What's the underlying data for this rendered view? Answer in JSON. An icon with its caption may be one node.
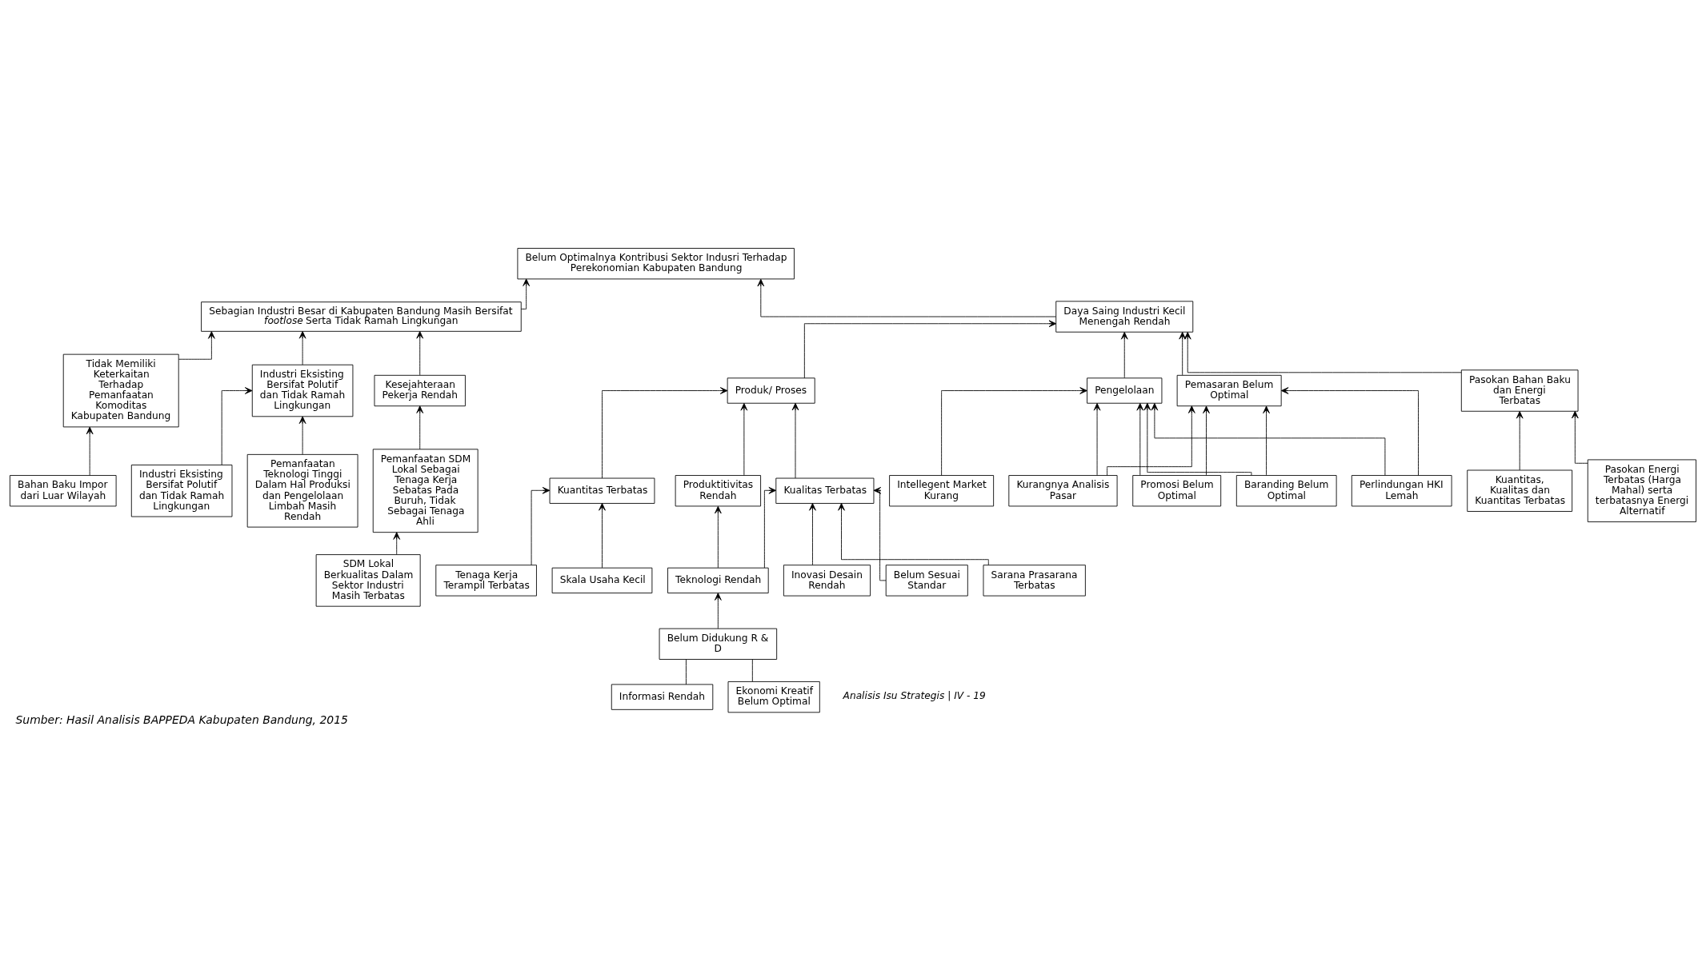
{
  "diagram": {
    "caption": "Sumber: Hasil Analisis BAPPEDA Kabupaten Bandung, 2015",
    "nodes": [
      {
        "text": [
          "Belum Optimalnya Kontribusi Sektor Indusri Terhadap Perekonomian Kabupaten Bandung"
        ]
      },
      {
        "text": [
          "Sebagian Industri Besar di Kabupaten Bandung Masih Bersifat *footlose* Serta Tidak Ramah Lingkungan"
        ]
      },
      {
        "text": [
          "Daya Saing Industri Kecil Menengah Rendah"
        ]
      },
      {
        "text": [
          "Tidak Memiliki Keterkaitan Terhadap Pemanfaatan Komoditas Kabupaten Bandung"
        ]
      },
      {
        "text": [
          "Industri Eksisting Bersifat Polutif dan Tidak Ramah Lingkungan"
        ]
      },
      {
        "text": [
          "Kesejahteraan Pekerja Rendah"
        ]
      },
      {
        "text": [
          "Bahan Baku Impor dari Luar Wilayah"
        ]
      },
      {
        "text": [
          "Industri Eksisting Bersifat Polutif dan Tidak Ramah Lingkungan"
        ]
      },
      {
        "text": [
          "Pemanfaatan Teknologi Tinggi Dalam Hal Produksi dan Pengelolaan Limbah Masih Rendah"
        ]
      },
      {
        "text": [
          "Pemanfaatan SDM Lokal Sebagai Tenaga Kerja Sebatas Pada Buruh, Tidak Sebagai Tenaga Ahli"
        ]
      },
      {
        "text": [
          "SDM Lokal Berkualitas Dalam Sektor Industri Masih Terbatas"
        ]
      },
      {
        "text": [
          "Pemasaran Belum Optimal"
        ]
      },
      {
        "text": [
          "Pengelolaan"
        ]
      },
      {
        "text": [
          "Produk/ Proses"
        ]
      },
      {
        "text": [
          "Pasokan Bahan Baku dan Energi Terbatas"
        ]
      },
      {
        "text": [
          "Promosi Belum Optimal"
        ]
      },
      {
        "text": [
          "Baranding Belum Optimal"
        ]
      },
      {
        "text": [
          "Perlindungan HKI Lemah"
        ]
      },
      {
        "text": [
          "Kurangnya Analisis Pasar"
        ]
      },
      {
        "text": [
          "Intellegent Market Kurang"
        ]
      },
      {
        "text": [
          "Kuantitas Terbatas"
        ]
      },
      {
        "text": [
          "Kualitas Terbatas"
        ]
      },
      {
        "text": [
          "Produktitivitas Rendah"
        ]
      },
      {
        "text": [
          "Tenaga Kerja Terampil Terbatas"
        ]
      },
      {
        "text": [
          "Skala Usaha Kecil"
        ]
      },
      {
        "text": [
          "Teknologi Rendah"
        ]
      },
      {
        "text": [
          "Sarana Prasarana Terbatas"
        ]
      },
      {
        "text": [
          "Inovasi Desain Rendah"
        ]
      },
      {
        "text": [
          "Belum Sesuai Standar"
        ]
      },
      {
        "text": [
          "Belum Didukung R & D"
        ]
      },
      {
        "text": [
          "Informasi Rendah"
        ]
      },
      {
        "text": [
          "Ekonomi Kreatif Belum Optimal"
        ]
      },
      {
        "text": [
          "Kuantitas, Kualitas dan Kuantitas Terbatas"
        ]
      },
      {
        "text": [
          "Pasokan Energi Terbatas (Harga Mahal) serta terbatasnya Energi Alternatif"
        ]
      }
    ],
    "edges": [
      {
        "from": 1,
        "to": 0,
        "arrow": "to"
      },
      {
        "from": 2,
        "to": 0,
        "arrow": "to"
      },
      {
        "from": 3,
        "to": 1,
        "arrow": "to"
      },
      {
        "from": 4,
        "to": 1,
        "arrow": "to"
      },
      {
        "from": 5,
        "to": 1,
        "arrow": "to"
      },
      {
        "from": 6,
        "to": 3,
        "arrow": "to"
      },
      {
        "from": 7,
        "to": 4,
        "arrow": "to"
      },
      {
        "from": 8,
        "to": 4,
        "arrow": "to"
      },
      {
        "from": 9,
        "to": 5,
        "arrow": "to"
      },
      {
        "from": 10,
        "to": 9,
        "arrow": "to"
      },
      {
        "from": 11,
        "to": 2,
        "arrow": "to"
      },
      {
        "from": 12,
        "to": 2,
        "arrow": "to"
      },
      {
        "from": 13,
        "to": 2,
        "arrow": "to"
      },
      {
        "from": 14,
        "to": 2,
        "arrow": "to"
      },
      {
        "from": 15,
        "to": 11,
        "arrow": "to"
      },
      {
        "from": 16,
        "to": 11,
        "arrow": "to"
      },
      {
        "from": 17,
        "to": 11,
        "arrow": "to"
      },
      {
        "from": 18,
        "to": 11,
        "arrow": "to"
      },
      {
        "from": 15,
        "to": 12,
        "arrow": "to"
      },
      {
        "from": 16,
        "to": 12,
        "arrow": "to"
      },
      {
        "from": 17,
        "to": 12,
        "arrow": "to"
      },
      {
        "from": 18,
        "to": 12,
        "arrow": "to"
      },
      {
        "from": 19,
        "to": 12,
        "arrow": "to"
      },
      {
        "from": 20,
        "to": 13,
        "arrow": "to"
      },
      {
        "from": 21,
        "to": 13,
        "arrow": "to"
      },
      {
        "from": 22,
        "to": 13,
        "arrow": "to"
      },
      {
        "from": 23,
        "to": 20,
        "arrow": "to"
      },
      {
        "from": 24,
        "to": 20,
        "arrow": "to"
      },
      {
        "from": 25,
        "to": 21,
        "arrow": "to"
      },
      {
        "from": 26,
        "to": 21,
        "arrow": "to"
      },
      {
        "from": 27,
        "to": 21,
        "arrow": "to"
      },
      {
        "from": 28,
        "to": 21,
        "arrow": "to"
      },
      {
        "from": 25,
        "to": 22,
        "arrow": "to"
      },
      {
        "from": 29,
        "to": 25,
        "arrow": "to"
      },
      {
        "from": 30,
        "to": 29,
        "arrow": "none"
      },
      {
        "from": 31,
        "to": 29,
        "arrow": "none"
      },
      {
        "from": 32,
        "to": 14,
        "arrow": "to"
      },
      {
        "from": 33,
        "to": 14,
        "arrow": "to"
      }
    ],
    "labels": [
      "Analisis Isu Strategis | IV - 19"
    ]
  }
}
